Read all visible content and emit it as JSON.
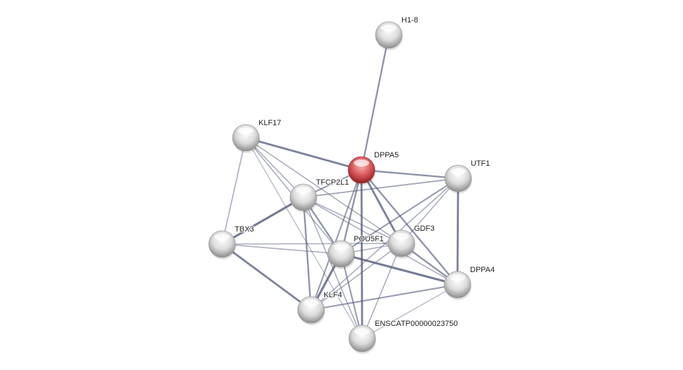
{
  "network": {
    "nodes": [
      {
        "id": "H1-8",
        "label": "H1-8",
        "color": "#d8d8d8",
        "query": false
      },
      {
        "id": "KLF17",
        "label": "KLF17",
        "color": "#d8d8d8",
        "query": false
      },
      {
        "id": "DPPA5",
        "label": "DPPA5",
        "color": "#d9484c",
        "query": true
      },
      {
        "id": "UTF1",
        "label": "UTF1",
        "color": "#d8d8d8",
        "query": false
      },
      {
        "id": "TFCP2L1",
        "label": "TFCP2L1",
        "color": "#d8d8d8",
        "query": false
      },
      {
        "id": "TBX3",
        "label": "TBX3",
        "color": "#d8d8d8",
        "query": false
      },
      {
        "id": "GDF3",
        "label": "GDF3",
        "color": "#d8d8d8",
        "query": false
      },
      {
        "id": "POU5F1",
        "label": "POU5F1",
        "color": "#d8d8d8",
        "query": false
      },
      {
        "id": "DPPA4",
        "label": "DPPA4",
        "color": "#d8d8d8",
        "query": false
      },
      {
        "id": "KLF4",
        "label": "KLF4",
        "color": "#d8d8d8",
        "query": false
      },
      {
        "id": "ENSCATP00000023750",
        "label": "ENSCATP00000023750",
        "color": "#d8d8d8",
        "query": false
      }
    ],
    "edges": [
      [
        "H1-8",
        "DPPA5",
        0.6
      ],
      [
        "KLF17",
        "DPPA5",
        0.8
      ],
      [
        "KLF17",
        "TBX3",
        0.3
      ],
      [
        "KLF17",
        "TFCP2L1",
        0.3
      ],
      [
        "KLF17",
        "POU5F1",
        0.3
      ],
      [
        "KLF17",
        "GDF3",
        0.3
      ],
      [
        "KLF17",
        "ENSCATP00000023750",
        0.2
      ],
      [
        "DPPA5",
        "UTF1",
        0.6
      ],
      [
        "DPPA5",
        "TFCP2L1",
        0.5
      ],
      [
        "DPPA5",
        "POU5F1",
        0.6
      ],
      [
        "DPPA5",
        "KLF4",
        0.5
      ],
      [
        "DPPA5",
        "ENSCATP00000023750",
        0.8
      ],
      [
        "DPPA5",
        "GDF3",
        0.8
      ],
      [
        "DPPA5",
        "DPPA4",
        0.6
      ],
      [
        "TFCP2L1",
        "UTF1",
        0.4
      ],
      [
        "TFCP2L1",
        "TBX3",
        0.9
      ],
      [
        "TFCP2L1",
        "KLF4",
        0.6
      ],
      [
        "TFCP2L1",
        "POU5F1",
        0.6
      ],
      [
        "TFCP2L1",
        "GDF3",
        0.3
      ],
      [
        "TFCP2L1",
        "DPPA4",
        0.3
      ],
      [
        "TFCP2L1",
        "ENSCATP00000023750",
        0.3
      ],
      [
        "UTF1",
        "DPPA4",
        0.8
      ],
      [
        "UTF1",
        "POU5F1",
        0.5
      ],
      [
        "UTF1",
        "GDF3",
        0.3
      ],
      [
        "UTF1",
        "KLF4",
        0.3
      ],
      [
        "TBX3",
        "POU5F1",
        0.3
      ],
      [
        "TBX3",
        "GDF3",
        0.3
      ],
      [
        "TBX3",
        "KLF4",
        0.8
      ],
      [
        "POU5F1",
        "GDF3",
        0.3
      ],
      [
        "POU5F1",
        "DPPA4",
        0.9
      ],
      [
        "POU5F1",
        "KLF4",
        0.9
      ],
      [
        "POU5F1",
        "ENSCATP00000023750",
        0.5
      ],
      [
        "GDF3",
        "DPPA4",
        0.6
      ],
      [
        "GDF3",
        "KLF4",
        0.3
      ],
      [
        "GDF3",
        "ENSCATP00000023750",
        0.3
      ],
      [
        "KLF4",
        "DPPA4",
        0.5
      ],
      [
        "DPPA4",
        "ENSCATP00000023750",
        0.2
      ]
    ]
  }
}
